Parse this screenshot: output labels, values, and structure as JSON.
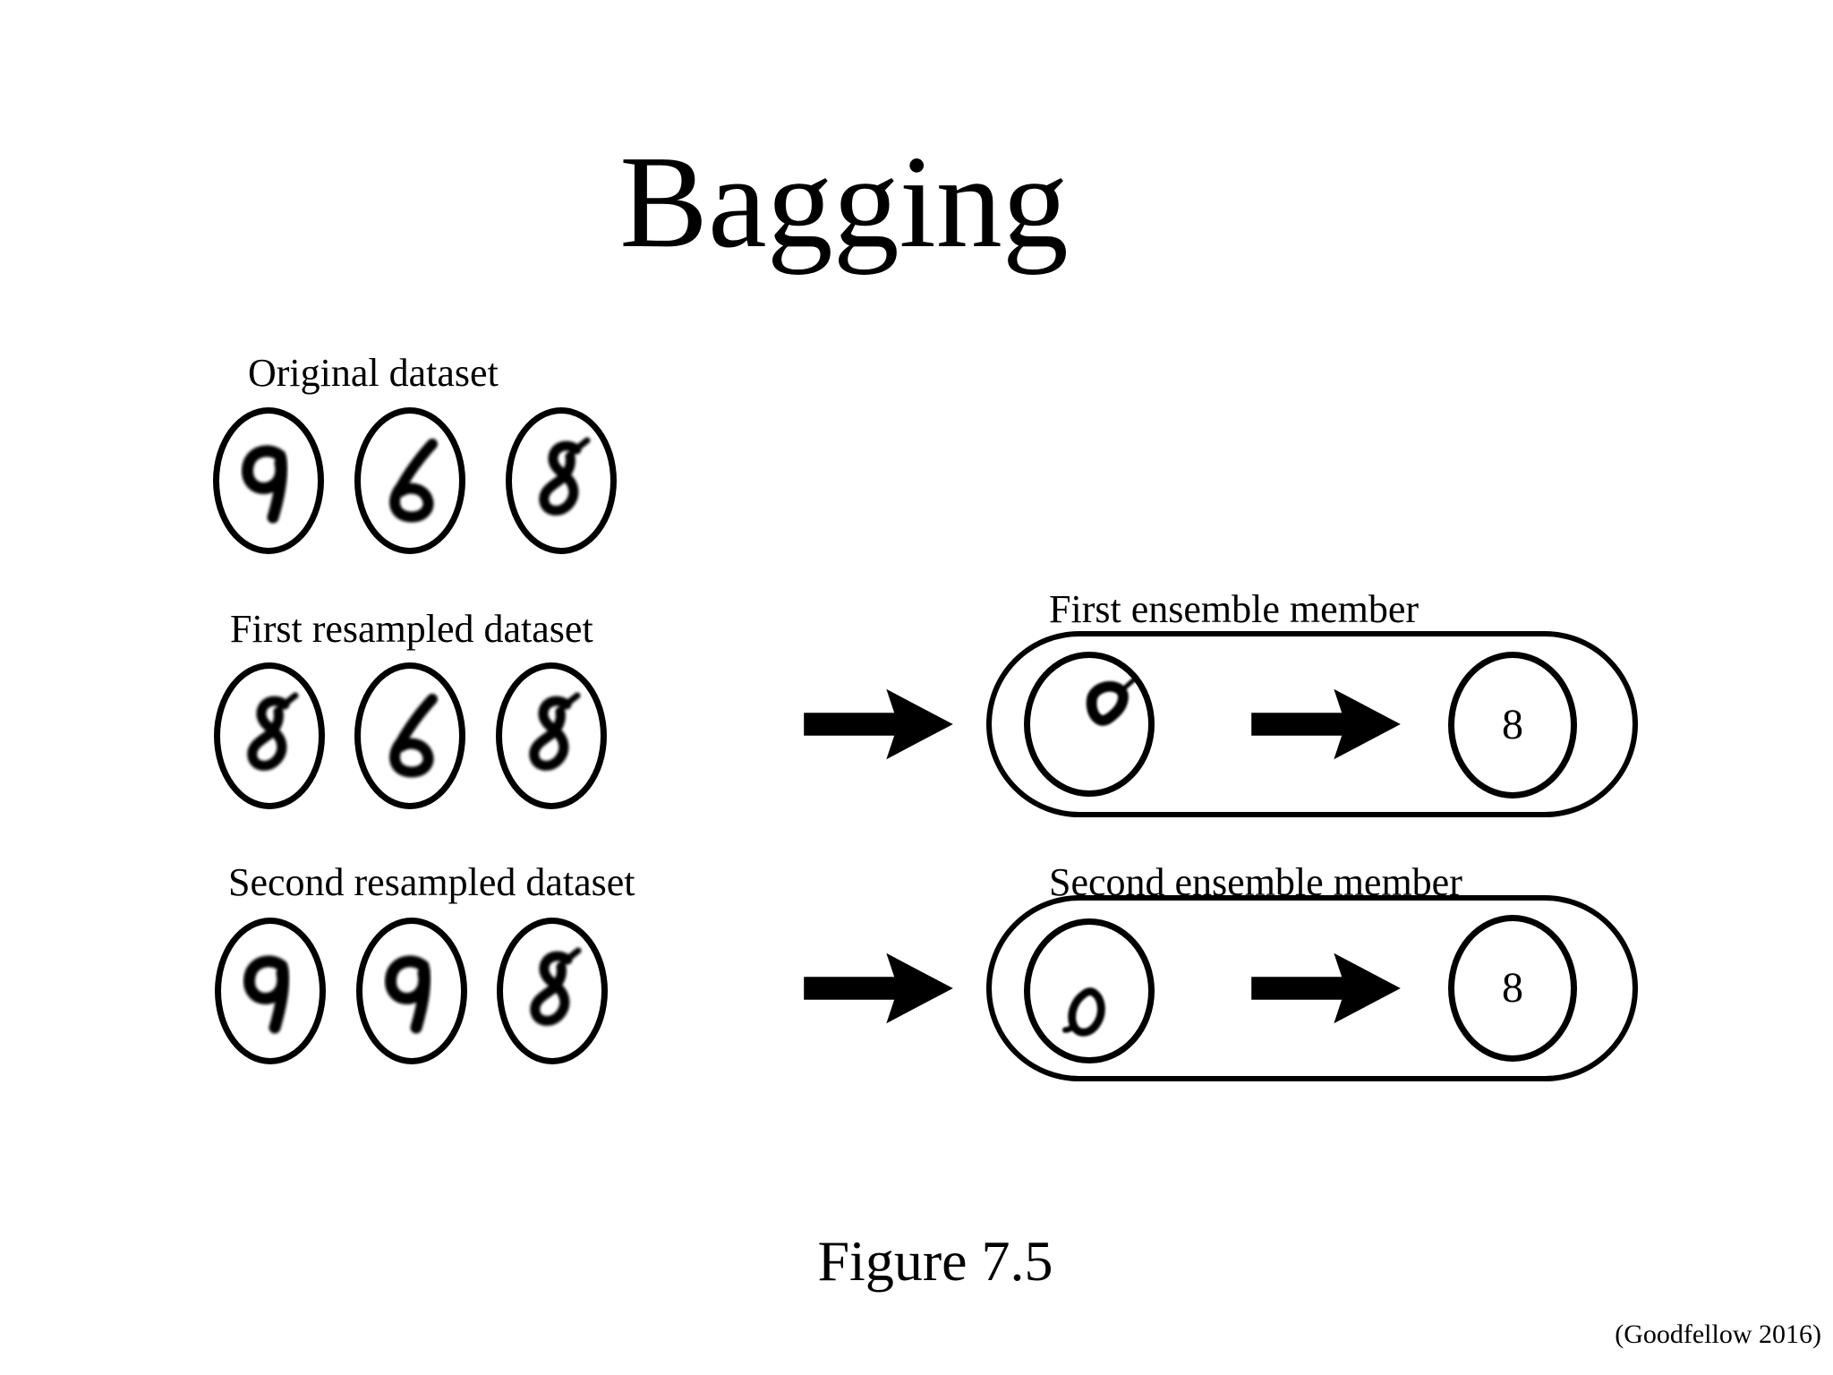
{
  "page": {
    "title": "Bagging",
    "caption": "Figure 7.5",
    "attribution": "(Goodfellow 2016)"
  },
  "colors": {
    "ink": "#000000",
    "background": "#ffffff"
  },
  "diagram": {
    "original": {
      "label": "Original dataset",
      "digits": [
        "9",
        "6",
        "8"
      ]
    },
    "first": {
      "label": "First resampled dataset",
      "digits": [
        "8",
        "6",
        "8"
      ],
      "ensemble": {
        "label": "First ensemble member",
        "learned_feature": "top-loop-of-8",
        "output_digit": "8"
      }
    },
    "second": {
      "label": "Second resampled dataset",
      "digits": [
        "9",
        "9",
        "8"
      ],
      "ensemble": {
        "label": "Second ensemble member",
        "learned_feature": "bottom-loop-of-8",
        "output_digit": "8"
      }
    }
  }
}
